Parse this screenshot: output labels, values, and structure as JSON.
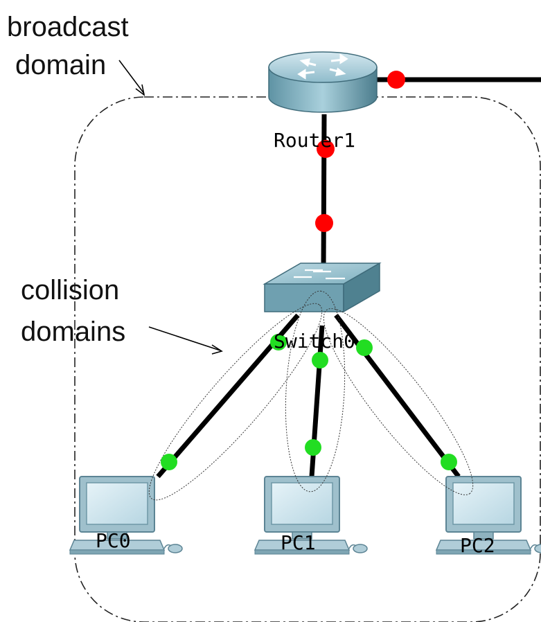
{
  "annotations": {
    "broadcast_line1": "broadcast",
    "broadcast_line2": "domain",
    "collision_line1": "collision",
    "collision_line2": "domains"
  },
  "devices": {
    "router": "Router1",
    "switch": "Switch0",
    "pc0": "PC0",
    "pc1": "PC1",
    "pc2": "PC2"
  },
  "colors": {
    "link": "#000000",
    "port_red": "#ff0000",
    "port_green": "#22dd22",
    "device_body": "#7fb3c2",
    "device_dark": "#4a7f90",
    "pc_frame": "#9ab8c4",
    "pc_screen": "#c8e2ec"
  },
  "icons": {
    "router": "router-icon",
    "switch": "switch-icon",
    "pc": "pc-icon"
  }
}
